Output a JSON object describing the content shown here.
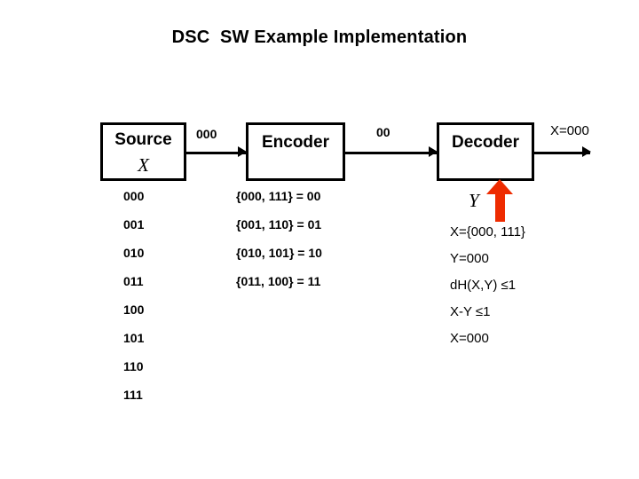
{
  "slide": {
    "title": "DSC  SW Example Implementation",
    "background_color": "#ffffff",
    "text_color": "#000000",
    "accent_color": "#EE2B00"
  },
  "diagram": {
    "source_block": {
      "label": "Source",
      "variable": "X"
    },
    "encoder_block": {
      "label": "Encoder"
    },
    "decoder_block": {
      "label": "Decoder"
    },
    "edge_labels": {
      "source_to_encoder": "000",
      "encoder_to_decoder": "00",
      "decoder_output": "X=000"
    },
    "side_input": {
      "variable": "Y",
      "arrow_color": "#EE2B00"
    }
  },
  "source_words": [
    "000",
    "001",
    "010",
    "011",
    "100",
    "101",
    "110",
    "111"
  ],
  "coset_mapping": [
    "{000, 111} = 00",
    "{001, 110} = 01",
    "{010, 101} = 10",
    "{011, 100} = 11"
  ],
  "decoder_notes": [
    "X={000, 111}",
    "Y=000",
    "dH(X,Y) ≤1",
    "X-Y ≤1",
    "X=000"
  ]
}
